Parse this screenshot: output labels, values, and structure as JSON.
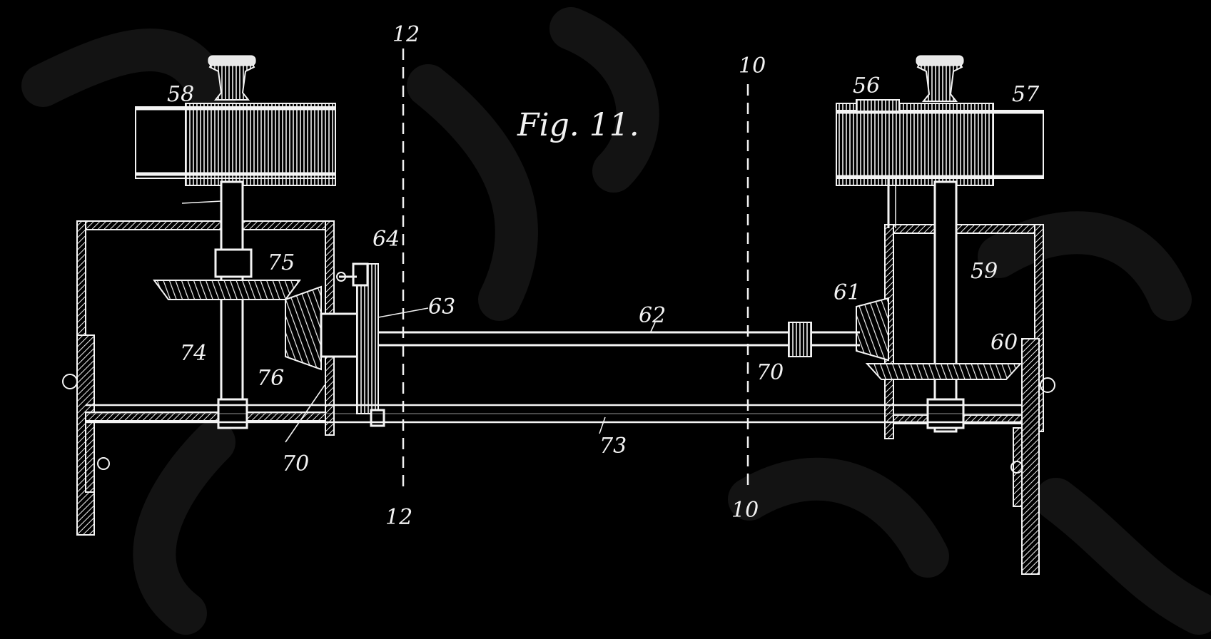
{
  "figure": {
    "title": "Fig. 11.",
    "labels": {
      "l58": "58",
      "l12top": "12",
      "l10top": "10",
      "l56": "56",
      "l57": "57",
      "l64": "64",
      "l75": "75",
      "l63": "63",
      "l62": "62",
      "l61": "61",
      "l59": "59",
      "l74": "74",
      "l76": "76",
      "l60": "60",
      "l70c": "70",
      "l70l": "70",
      "l73": "73",
      "l12bot": "12",
      "l10bot": "10"
    }
  },
  "colors": {
    "background": "#000000",
    "ink": "#f4f4f4"
  }
}
